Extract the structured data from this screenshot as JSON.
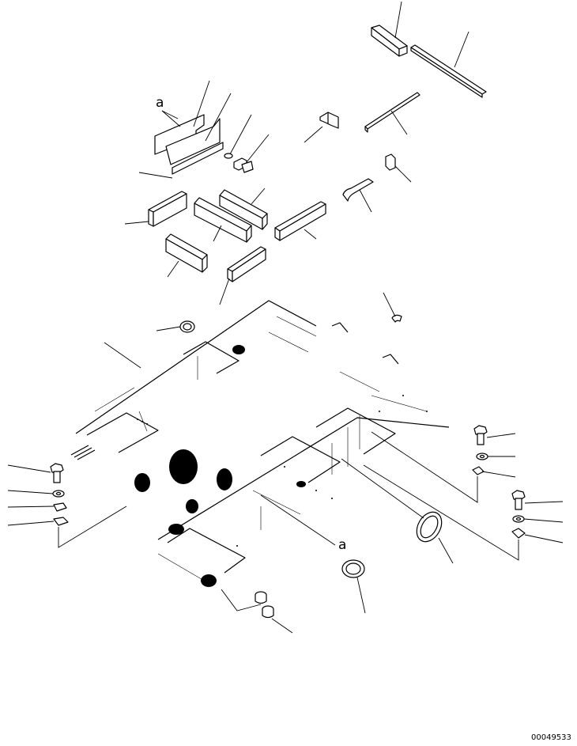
{
  "drawing": {
    "labels": {
      "ref_a": "a",
      "ref_a_frame": "a"
    },
    "drawing_number": "00049533"
  }
}
